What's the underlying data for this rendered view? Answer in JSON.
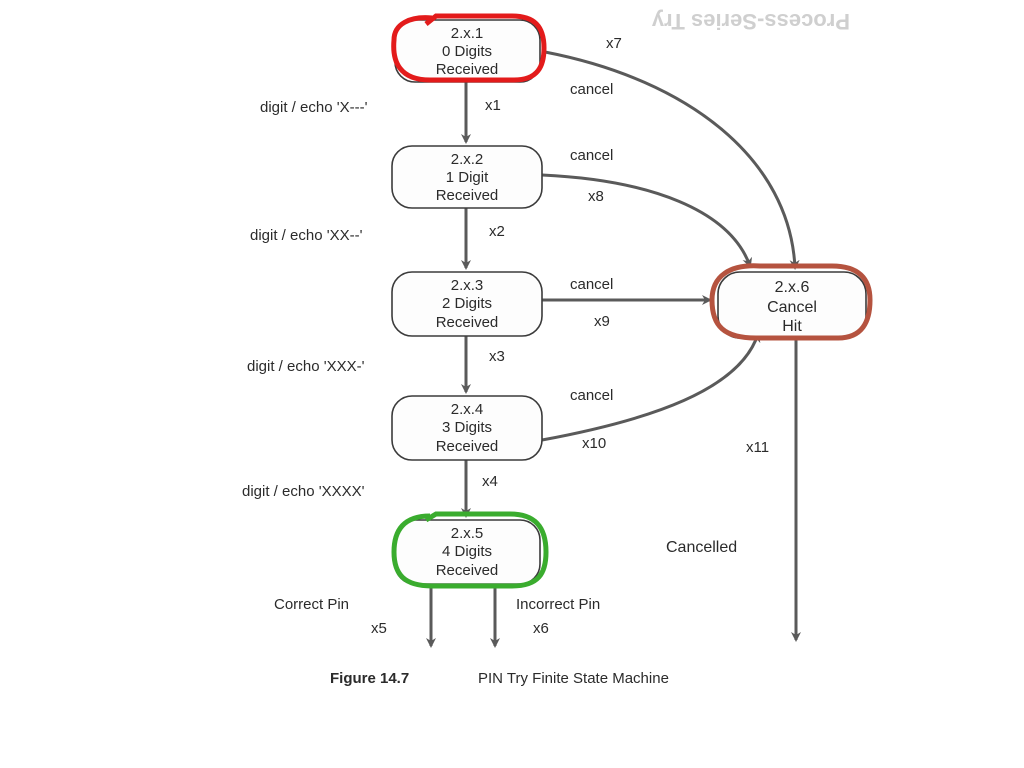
{
  "header_fragment": "Process-Series Try",
  "states": [
    {
      "id": "2.x.1",
      "lines": [
        "2.x.1",
        "0 Digits",
        "Received"
      ]
    },
    {
      "id": "2.x.2",
      "lines": [
        "2.x.2",
        "1 Digit",
        "Received"
      ]
    },
    {
      "id": "2.x.3",
      "lines": [
        "2.x.3",
        "2 Digits",
        "Received"
      ]
    },
    {
      "id": "2.x.4",
      "lines": [
        "2.x.4",
        "3 Digits",
        "Received"
      ]
    },
    {
      "id": "2.x.5",
      "lines": [
        "2.x.5",
        "4 Digits",
        "Received"
      ]
    },
    {
      "id": "2.x.6",
      "lines": [
        "2.x.6",
        "Cancel",
        "Hit"
      ]
    }
  ],
  "transitions": {
    "digit1": {
      "event": "digit / echo 'X---'",
      "id": "x1"
    },
    "digit2": {
      "event": "digit / echo 'XX--'",
      "id": "x2"
    },
    "digit3": {
      "event": "digit / echo 'XXX-'",
      "id": "x3"
    },
    "digit4": {
      "event": "digit / echo 'XXXX'",
      "id": "x4"
    },
    "correct": {
      "event": "Correct Pin",
      "id": "x5"
    },
    "incorrect": {
      "event": "Incorrect Pin",
      "id": "x6"
    },
    "cancel1": {
      "event": "cancel",
      "id": "x7"
    },
    "cancel2": {
      "event": "cancel",
      "id": "x8"
    },
    "cancel3": {
      "event": "cancel",
      "id": "x9"
    },
    "cancel4": {
      "event": "cancel",
      "id": "x10"
    },
    "cancelled": {
      "event": "Cancelled",
      "id": "x11"
    }
  },
  "highlights": {
    "start_color": "#e31b1b",
    "cancel_color": "#b5533f",
    "final_color": "#3aac2e"
  },
  "caption": {
    "number": "Figure 14.7",
    "title": "PIN Try Finite State Machine"
  }
}
